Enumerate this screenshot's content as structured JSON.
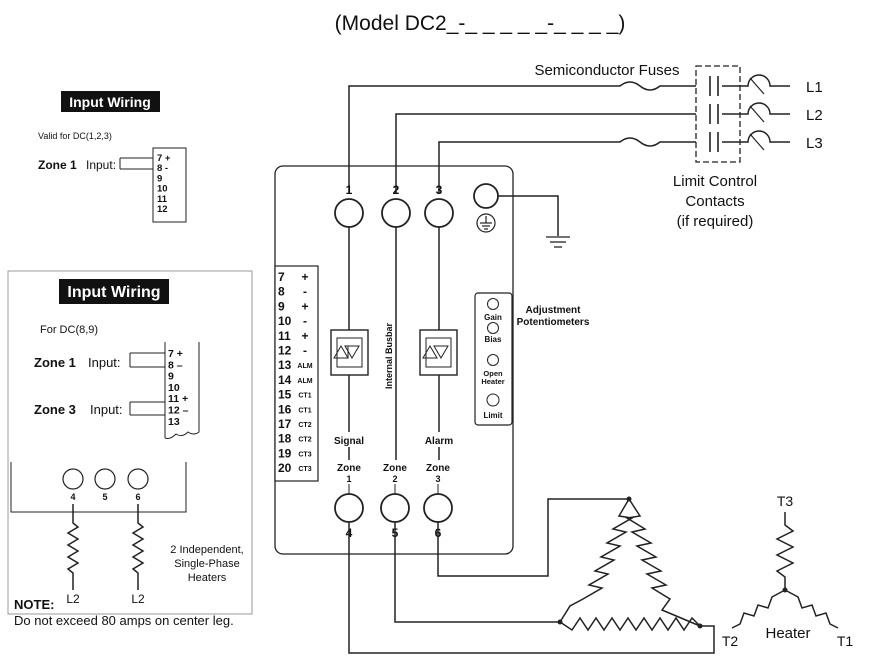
{
  "header": {
    "model": "(Model DC2_-_ _ _ _ _-_ _ _ _)"
  },
  "line_side": {
    "fuses_label": "Semiconductor Fuses",
    "lines": [
      "L1",
      "L2",
      "L3"
    ],
    "limit_label": [
      "Limit Control",
      "Contacts",
      "(if required)"
    ]
  },
  "controller": {
    "top_terminals": [
      "1",
      "2",
      "3"
    ],
    "bottom_terminals": [
      "4",
      "5",
      "6"
    ],
    "pins": [
      "7",
      "8",
      "9",
      "10",
      "11",
      "12",
      "13",
      "14",
      "15",
      "16",
      "17",
      "18",
      "19",
      "20"
    ],
    "pin_signs": [
      "+",
      "-",
      "+",
      "-",
      "+",
      "-",
      "ALM",
      "ALM",
      "CT1",
      "CT1",
      "CT2",
      "CT2",
      "CT3",
      "CT3"
    ],
    "signal_label": "Signal",
    "alarm_label": "Alarm",
    "busbar_label": "Internal Busbar",
    "zones": [
      {
        "word": "Zone",
        "num": "1"
      },
      {
        "word": "Zone",
        "num": "2"
      },
      {
        "word": "Zone",
        "num": "3"
      }
    ],
    "adjust_title": [
      "Adjustment",
      "Potentiometers"
    ],
    "pots": [
      "Gain",
      "Bias",
      "Open",
      "Heater",
      "Limit"
    ]
  },
  "input_small": {
    "title": "Input Wiring",
    "valid": "Valid for DC(1,2,3)",
    "zone": "Zone 1",
    "input": "Input:",
    "terms": [
      "7 +",
      "8 -",
      "9",
      "10",
      "11",
      "12"
    ]
  },
  "input_large": {
    "title": "Input Wiring",
    "for": "For DC(8,9)",
    "zone1": "Zone 1",
    "zone3": "Zone 3",
    "input": "Input:",
    "terms": [
      "7 +",
      "8 –",
      "9",
      "10",
      "11 +",
      "12 –",
      "13"
    ],
    "circles": [
      "4",
      "5",
      "6"
    ],
    "heaters_note": [
      "2 Independent,",
      "Single-Phase",
      "Heaters"
    ],
    "l2": [
      "L2",
      "L2"
    ]
  },
  "note": {
    "title": "NOTE:",
    "text": "Do not exceed 80 amps on center leg."
  },
  "heater": {
    "t3": "T3",
    "t2": "T2",
    "t1": "T1",
    "label": "Heater"
  }
}
